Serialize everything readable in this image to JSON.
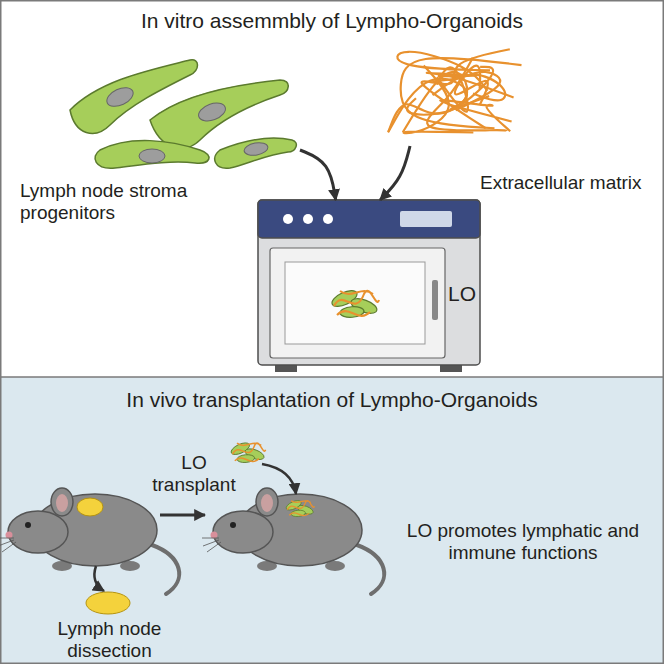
{
  "diagram": {
    "nodes": [
      {
        "text": [
          "In vitro assemmbly of Lympho-Organoids"
        ]
      },
      {
        "text": [
          "In vivo transplantation of Lympho-Organoids"
        ]
      },
      {
        "text": [
          "Lymph node stroma progenitors"
        ],
        "in": 0
      },
      {
        "text": [
          "Extracellular matrix"
        ],
        "in": 0
      },
      {
        "text": [
          "LO"
        ],
        "in": 0
      }
    ],
    "edges": [
      {
        "from": 2,
        "to": 4,
        "arrow": "to"
      },
      {
        "from": 3,
        "to": 4,
        "arrow": "to"
      }
    ],
    "labels": [
      "LO transplant",
      "Lymph node dissection",
      "LO promotes lymphatic and immune functions"
    ]
  }
}
